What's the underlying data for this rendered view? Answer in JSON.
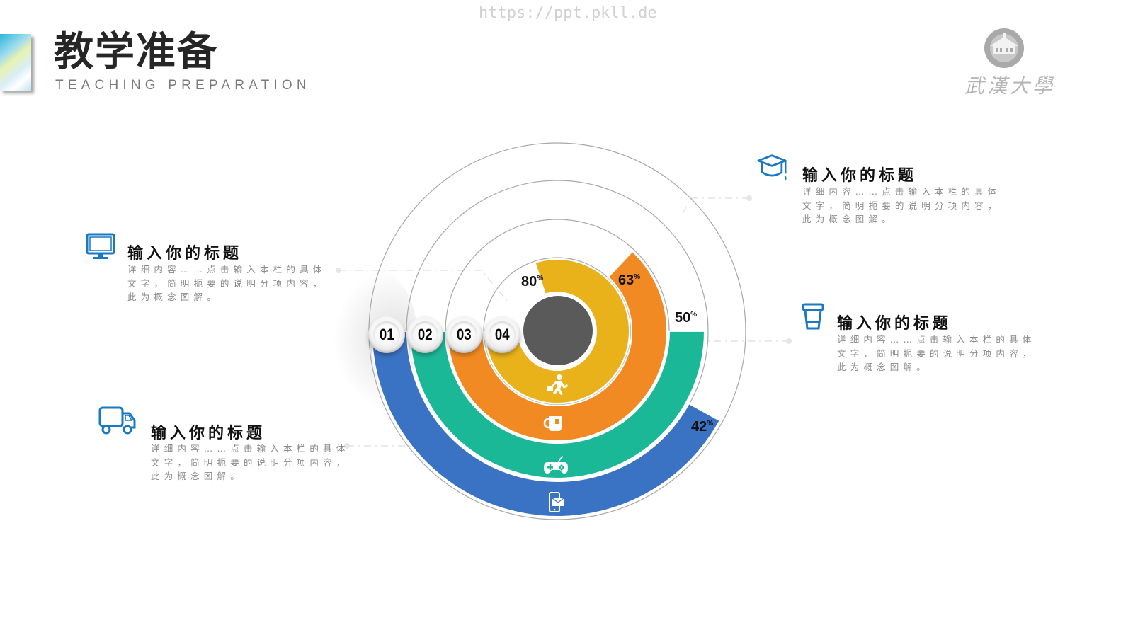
{
  "watermark": "https://ppt.pkll.de",
  "header": {
    "title": "教学准备",
    "subtitle": "TEACHING PREPARATION"
  },
  "logo": {
    "text": "武漢大學",
    "emblem": "university-emblem-icon"
  },
  "colors": {
    "blue": "#3b73c4",
    "teal": "#1bb897",
    "orange": "#f28a23",
    "yellow": "#e9b21b",
    "center": "#5a5a5a",
    "icon_blue": "#1b78c2"
  },
  "items": [
    {
      "number": "01",
      "title": "输入你的标题",
      "desc": "详细内容……点击输入本栏的具体文字，简明扼要的说明分项内容，此为概念图解。",
      "icon": "monitor-icon"
    },
    {
      "number": "02",
      "title": "输入你的标题",
      "desc": "详细内容……点击输入本栏的具体文字，简明扼要的说明分项内容，此为概念图解。",
      "icon": "truck-icon"
    },
    {
      "number": "03",
      "title": "输入你的标题",
      "desc": "详细内容……点击输入本栏的具体文字，简明扼要的说明分项内容，此为概念图解。",
      "icon": "graduation-cap-icon"
    },
    {
      "number": "04",
      "title": "输入你的标题",
      "desc": "详细内容……点击输入本栏的具体文字，简明扼要的说明分项内容，此为概念图解。",
      "icon": "cup-icon"
    }
  ],
  "badges": [
    "01",
    "02",
    "03",
    "04"
  ],
  "chart_data": {
    "type": "radial-bar",
    "title": "",
    "categories": [
      "01",
      "02",
      "03",
      "04"
    ],
    "values": [
      42,
      50,
      63,
      80
    ],
    "labels": [
      "42",
      "50",
      "63",
      "80"
    ],
    "unit": "%",
    "ring_colors": [
      "#3b73c4",
      "#1bb897",
      "#f28a23",
      "#e9b21b"
    ],
    "ring_icons": [
      "phone-mail-icon",
      "gamepad-icon",
      "tea-cup-icon",
      "running-man-icon"
    ],
    "start_angle": "9 o'clock, sweeping through bottom",
    "range": [
      0,
      100
    ]
  }
}
